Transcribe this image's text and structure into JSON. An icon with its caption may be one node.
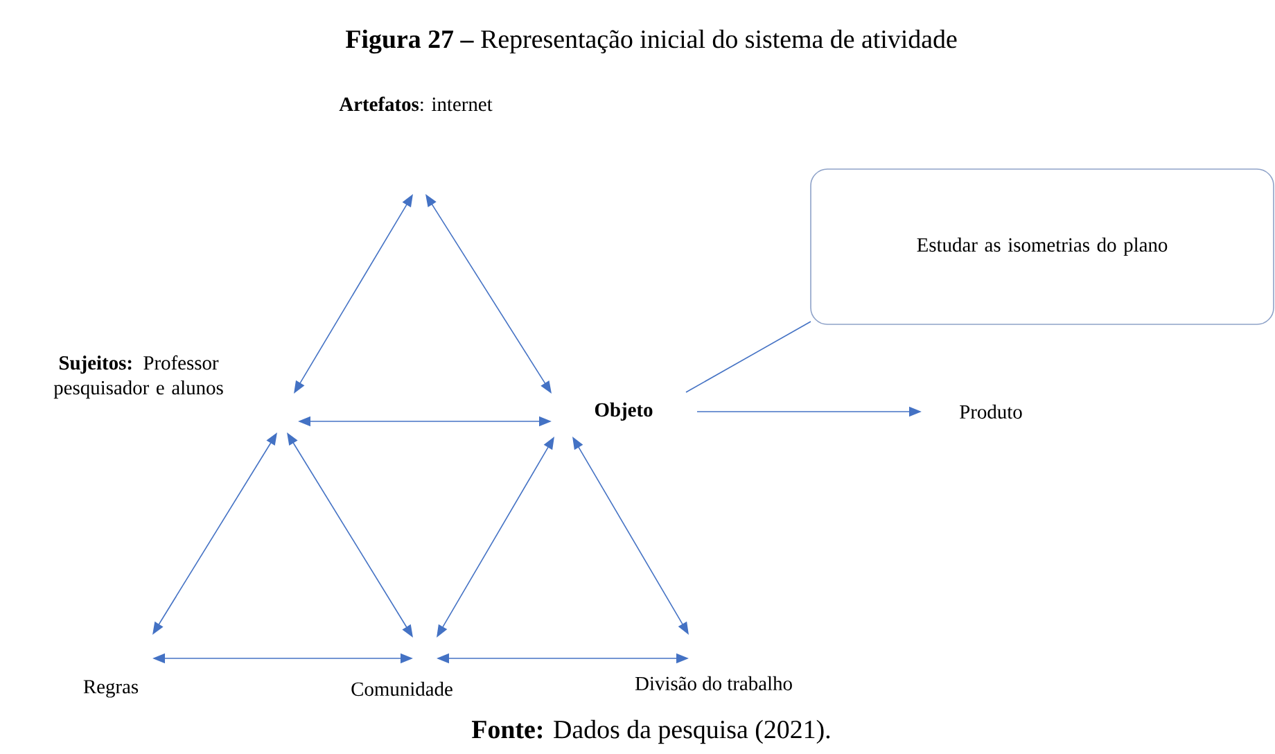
{
  "diagram": {
    "title": "**Figura 27 –** Representação inicial do sistema de atividade",
    "caption": "**Fonte:** Dados da pesquisa (2021).",
    "nodes": [
      {
        "text": [
          "**Artefatos**: internet"
        ]
      },
      {
        "text": [
          "**Sujeitos:** Professor pesquisador e alunos"
        ]
      },
      {
        "text": [
          "Objeto"
        ]
      },
      {
        "text": [
          "Produto"
        ]
      },
      {
        "text": [
          "Regras"
        ]
      },
      {
        "text": [
          "Comunidade"
        ]
      },
      {
        "text": [
          "Divisão do trabalho"
        ]
      },
      {
        "text": [
          "Estudar as isometrias do plano"
        ]
      }
    ],
    "edges": [
      {
        "from": 0,
        "to": 1,
        "arrow": "both"
      },
      {
        "from": 0,
        "to": 2,
        "arrow": "both"
      },
      {
        "from": 1,
        "to": 2,
        "arrow": "both"
      },
      {
        "from": 1,
        "to": 4,
        "arrow": "both"
      },
      {
        "from": 1,
        "to": 5,
        "arrow": "both"
      },
      {
        "from": 2,
        "to": 5,
        "arrow": "both"
      },
      {
        "from": 2,
        "to": 6,
        "arrow": "both"
      },
      {
        "from": 4,
        "to": 5,
        "arrow": "both"
      },
      {
        "from": 5,
        "to": 6,
        "arrow": "both"
      },
      {
        "from": 2,
        "to": 3,
        "arrow": "to"
      },
      {
        "from": 2,
        "to": 7,
        "arrow": "none"
      }
    ]
  }
}
